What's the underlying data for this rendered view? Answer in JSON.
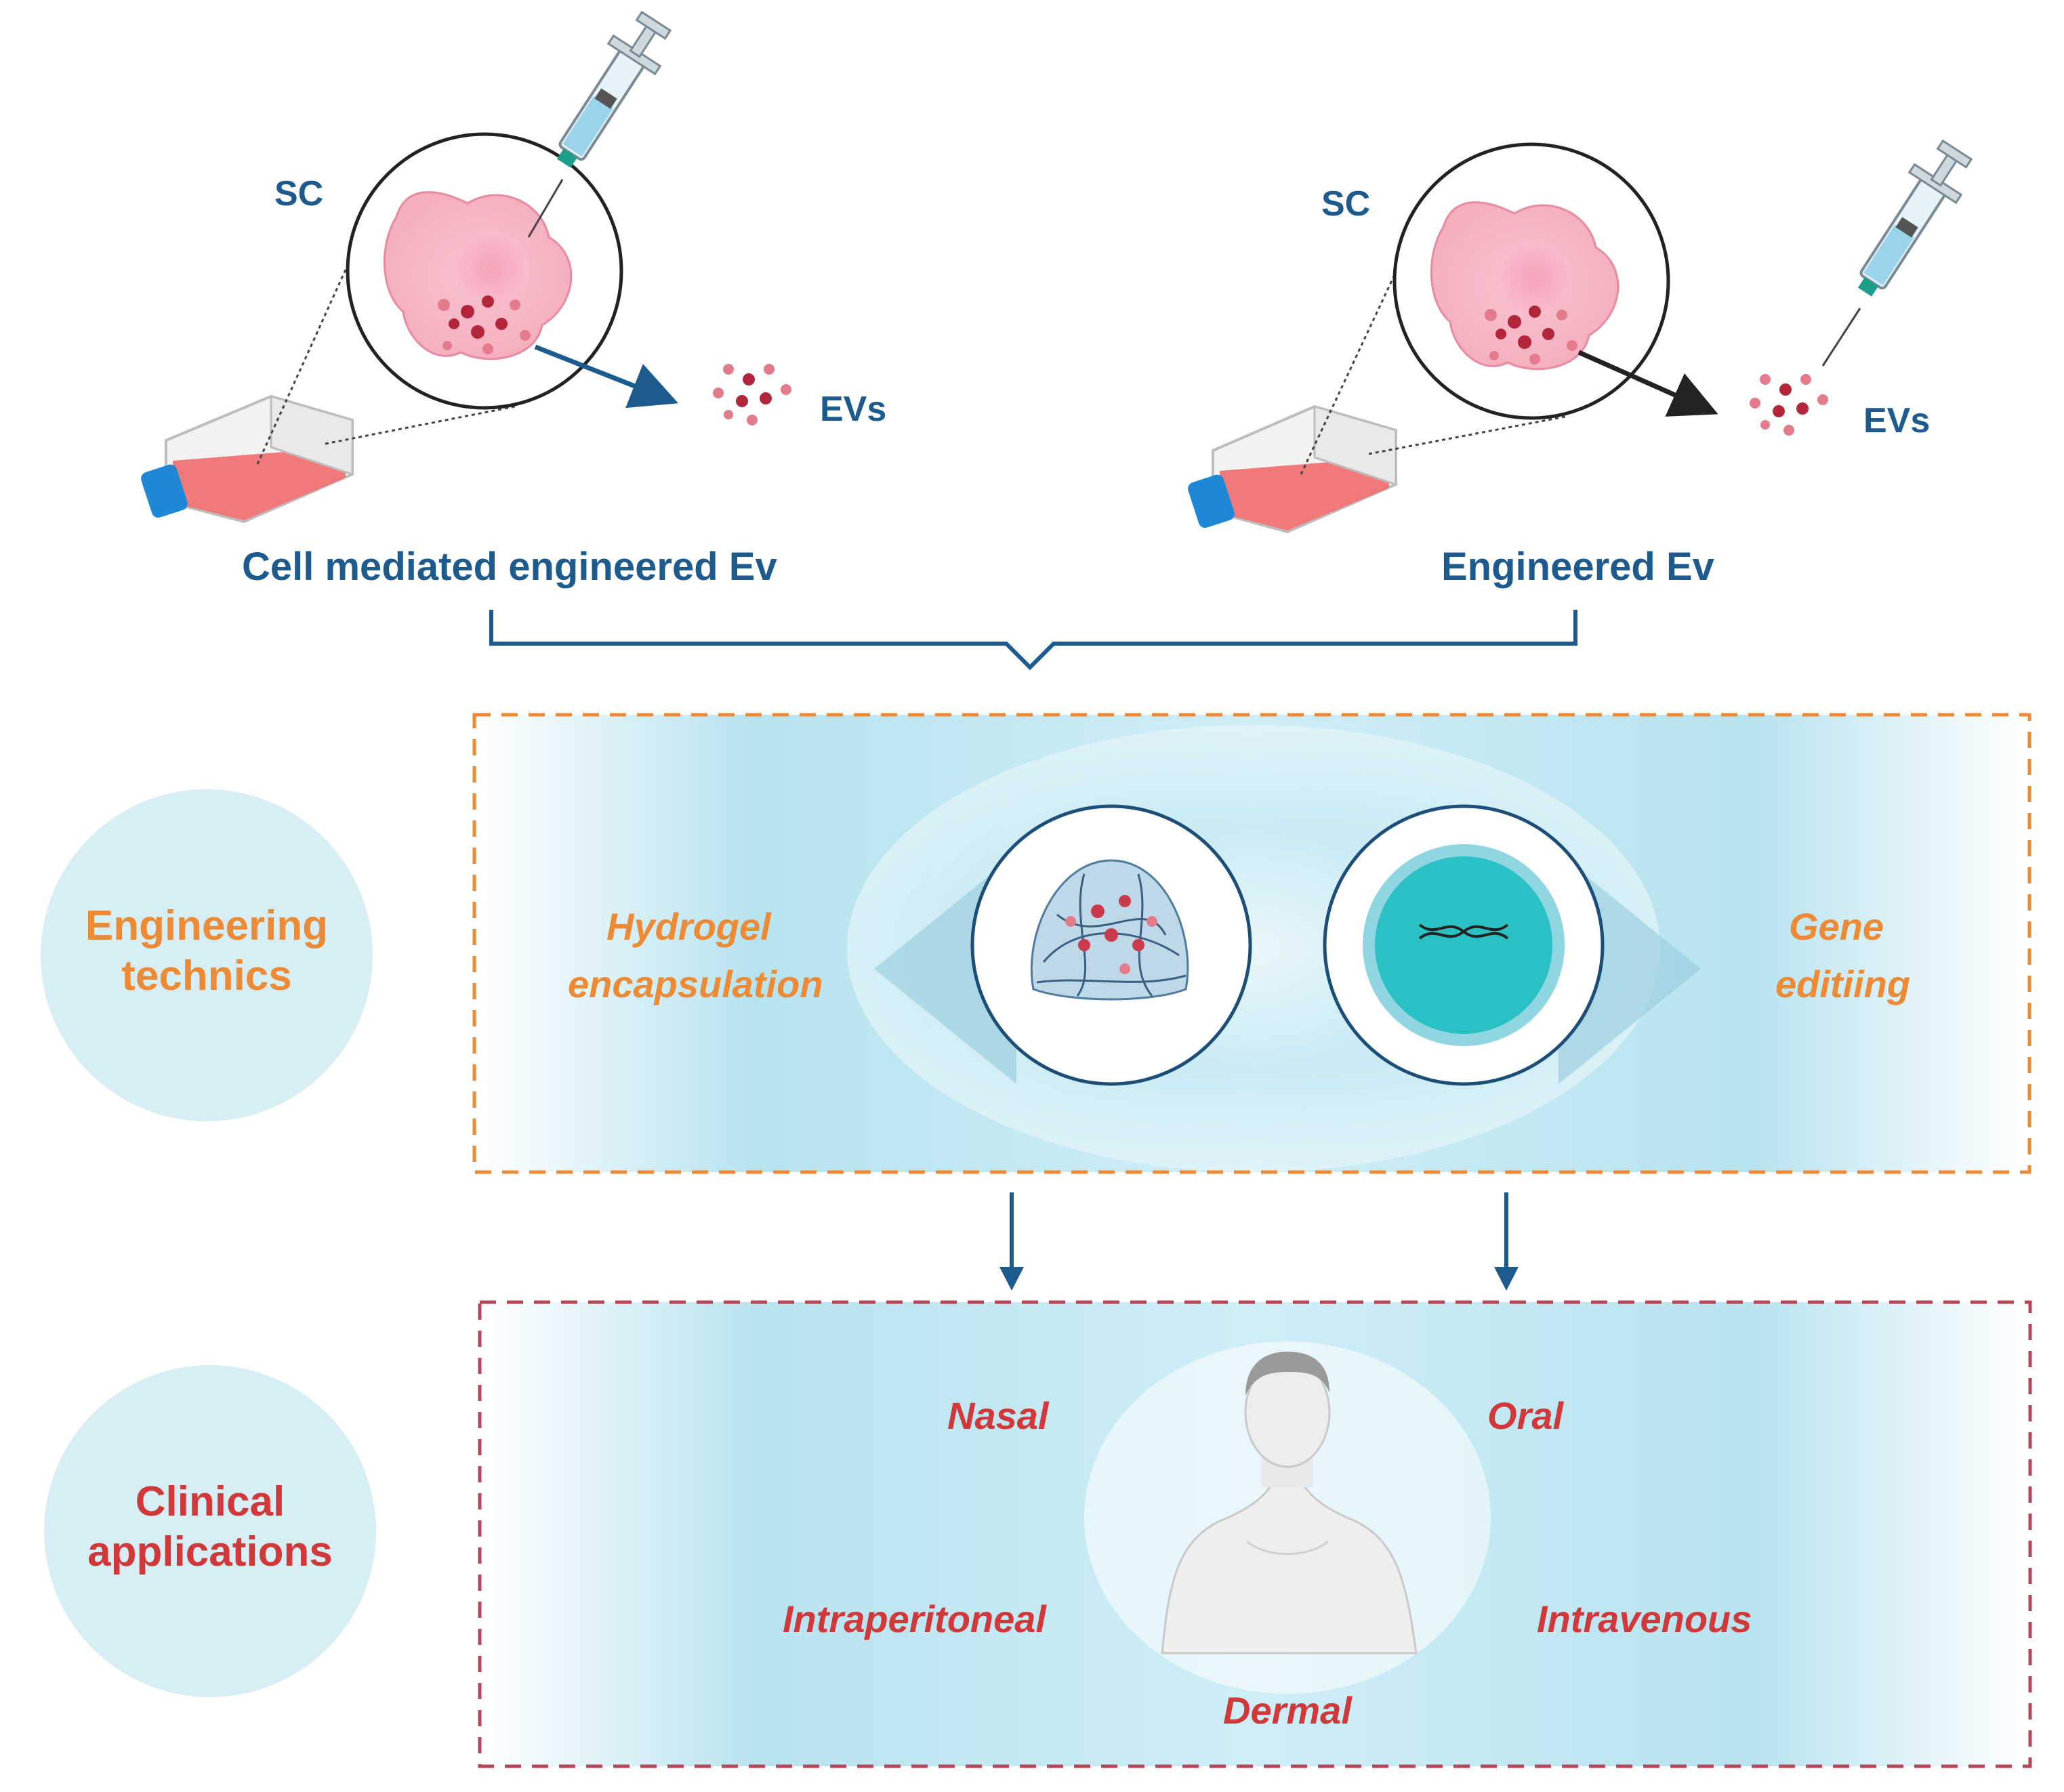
{
  "top": {
    "left_panel": {
      "sc": "SC",
      "evs": "EVs",
      "caption": "Cell mediated engineered Ev"
    },
    "right_panel": {
      "sc": "SC",
      "evs": "EVs",
      "caption": "Engineered Ev"
    }
  },
  "engineering": {
    "circle_label": "Engineering technics",
    "methods": [
      {
        "label_line1": "Hydrogel",
        "label_line2": "encapsulation",
        "icon": "hydrogel-icon"
      },
      {
        "label_line1": "Gene",
        "label_line2": "editiing",
        "icon": "dna-icon"
      }
    ]
  },
  "clinical": {
    "circle_label": "Clinical applications",
    "routes": [
      "Nasal",
      "Oral",
      "Intraperitoneal",
      "Intravenous",
      "Dermal"
    ]
  },
  "colors": {
    "blue": "#1d5a8e",
    "orange": "#ec8a36",
    "red": "#d0383a",
    "circle_bg": "#d6eef4",
    "gradient_core": "#a9dcec"
  }
}
